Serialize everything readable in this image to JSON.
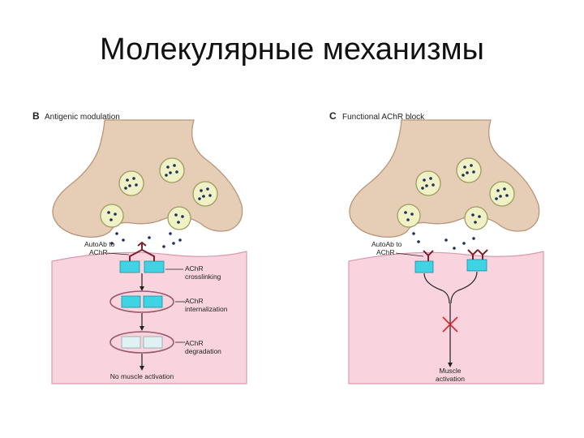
{
  "slide": {
    "title": "Молекулярные механизмы"
  },
  "panel_b": {
    "letter": "B",
    "title": "Antigenic modulation",
    "label_autoab_line1": "AutoAb to",
    "label_autoab_line2": "AChR",
    "label_crosslinking_line1": "AChR",
    "label_crosslinking_line2": "crosslinking",
    "label_internalization_line1": "AChR",
    "label_internalization_line2": "internalization",
    "label_degradation_line1": "AChR",
    "label_degradation_line2": "degradation",
    "label_outcome": "No muscle activation"
  },
  "panel_c": {
    "letter": "C",
    "title": "Functional AChR block",
    "label_autoab_line1": "AutoAb to",
    "label_autoab_line2": "AChR",
    "label_outcome_line1": "Muscle",
    "label_outcome_line2": "activation"
  },
  "colors": {
    "terminal_fill": "#e6cdb5",
    "terminal_stroke": "#b9957a",
    "vesicle_fill": "#f0f2c6",
    "vesicle_stroke": "#9c9c62",
    "muscle_fill": "#f9d4df",
    "muscle_stroke": "#d99aae",
    "receptor": "#3fd3e3",
    "antibody": "#7e1f2e",
    "ach_dot": "#1b2f5e",
    "block_mark": "#d8262b"
  }
}
